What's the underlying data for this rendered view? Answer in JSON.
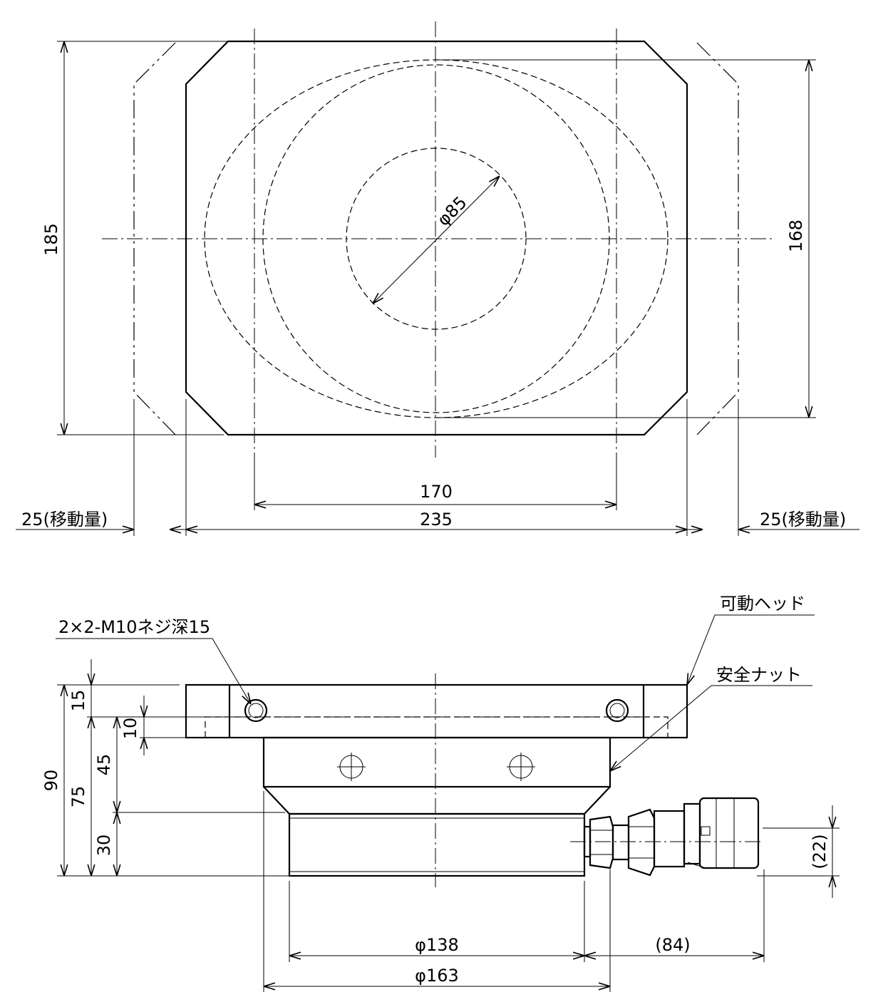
{
  "plan_view": {
    "dim_width_inner": "170",
    "dim_width_total": "235",
    "dim_travel_left": "25(移動量)",
    "dim_travel_right": "25(移動量)",
    "dim_height_total": "185",
    "dim_height_inner": "168",
    "dim_bore": "φ85"
  },
  "front_view": {
    "label_tapped_holes": "2×2-M10ネジ深15",
    "label_movable_head": "可動ヘッド",
    "label_safety_nut": "安全ナット",
    "dim_total_height": "90",
    "dim_body_height": "75",
    "dim_head_thickness": "15",
    "dim_hole_offset": "10",
    "dim_nut_height": "45",
    "dim_base_height": "30",
    "dim_base_dia": "φ138",
    "dim_nut_dia": "φ163",
    "dim_coupler_length": "(84)",
    "dim_coupler_height": "(22)"
  }
}
